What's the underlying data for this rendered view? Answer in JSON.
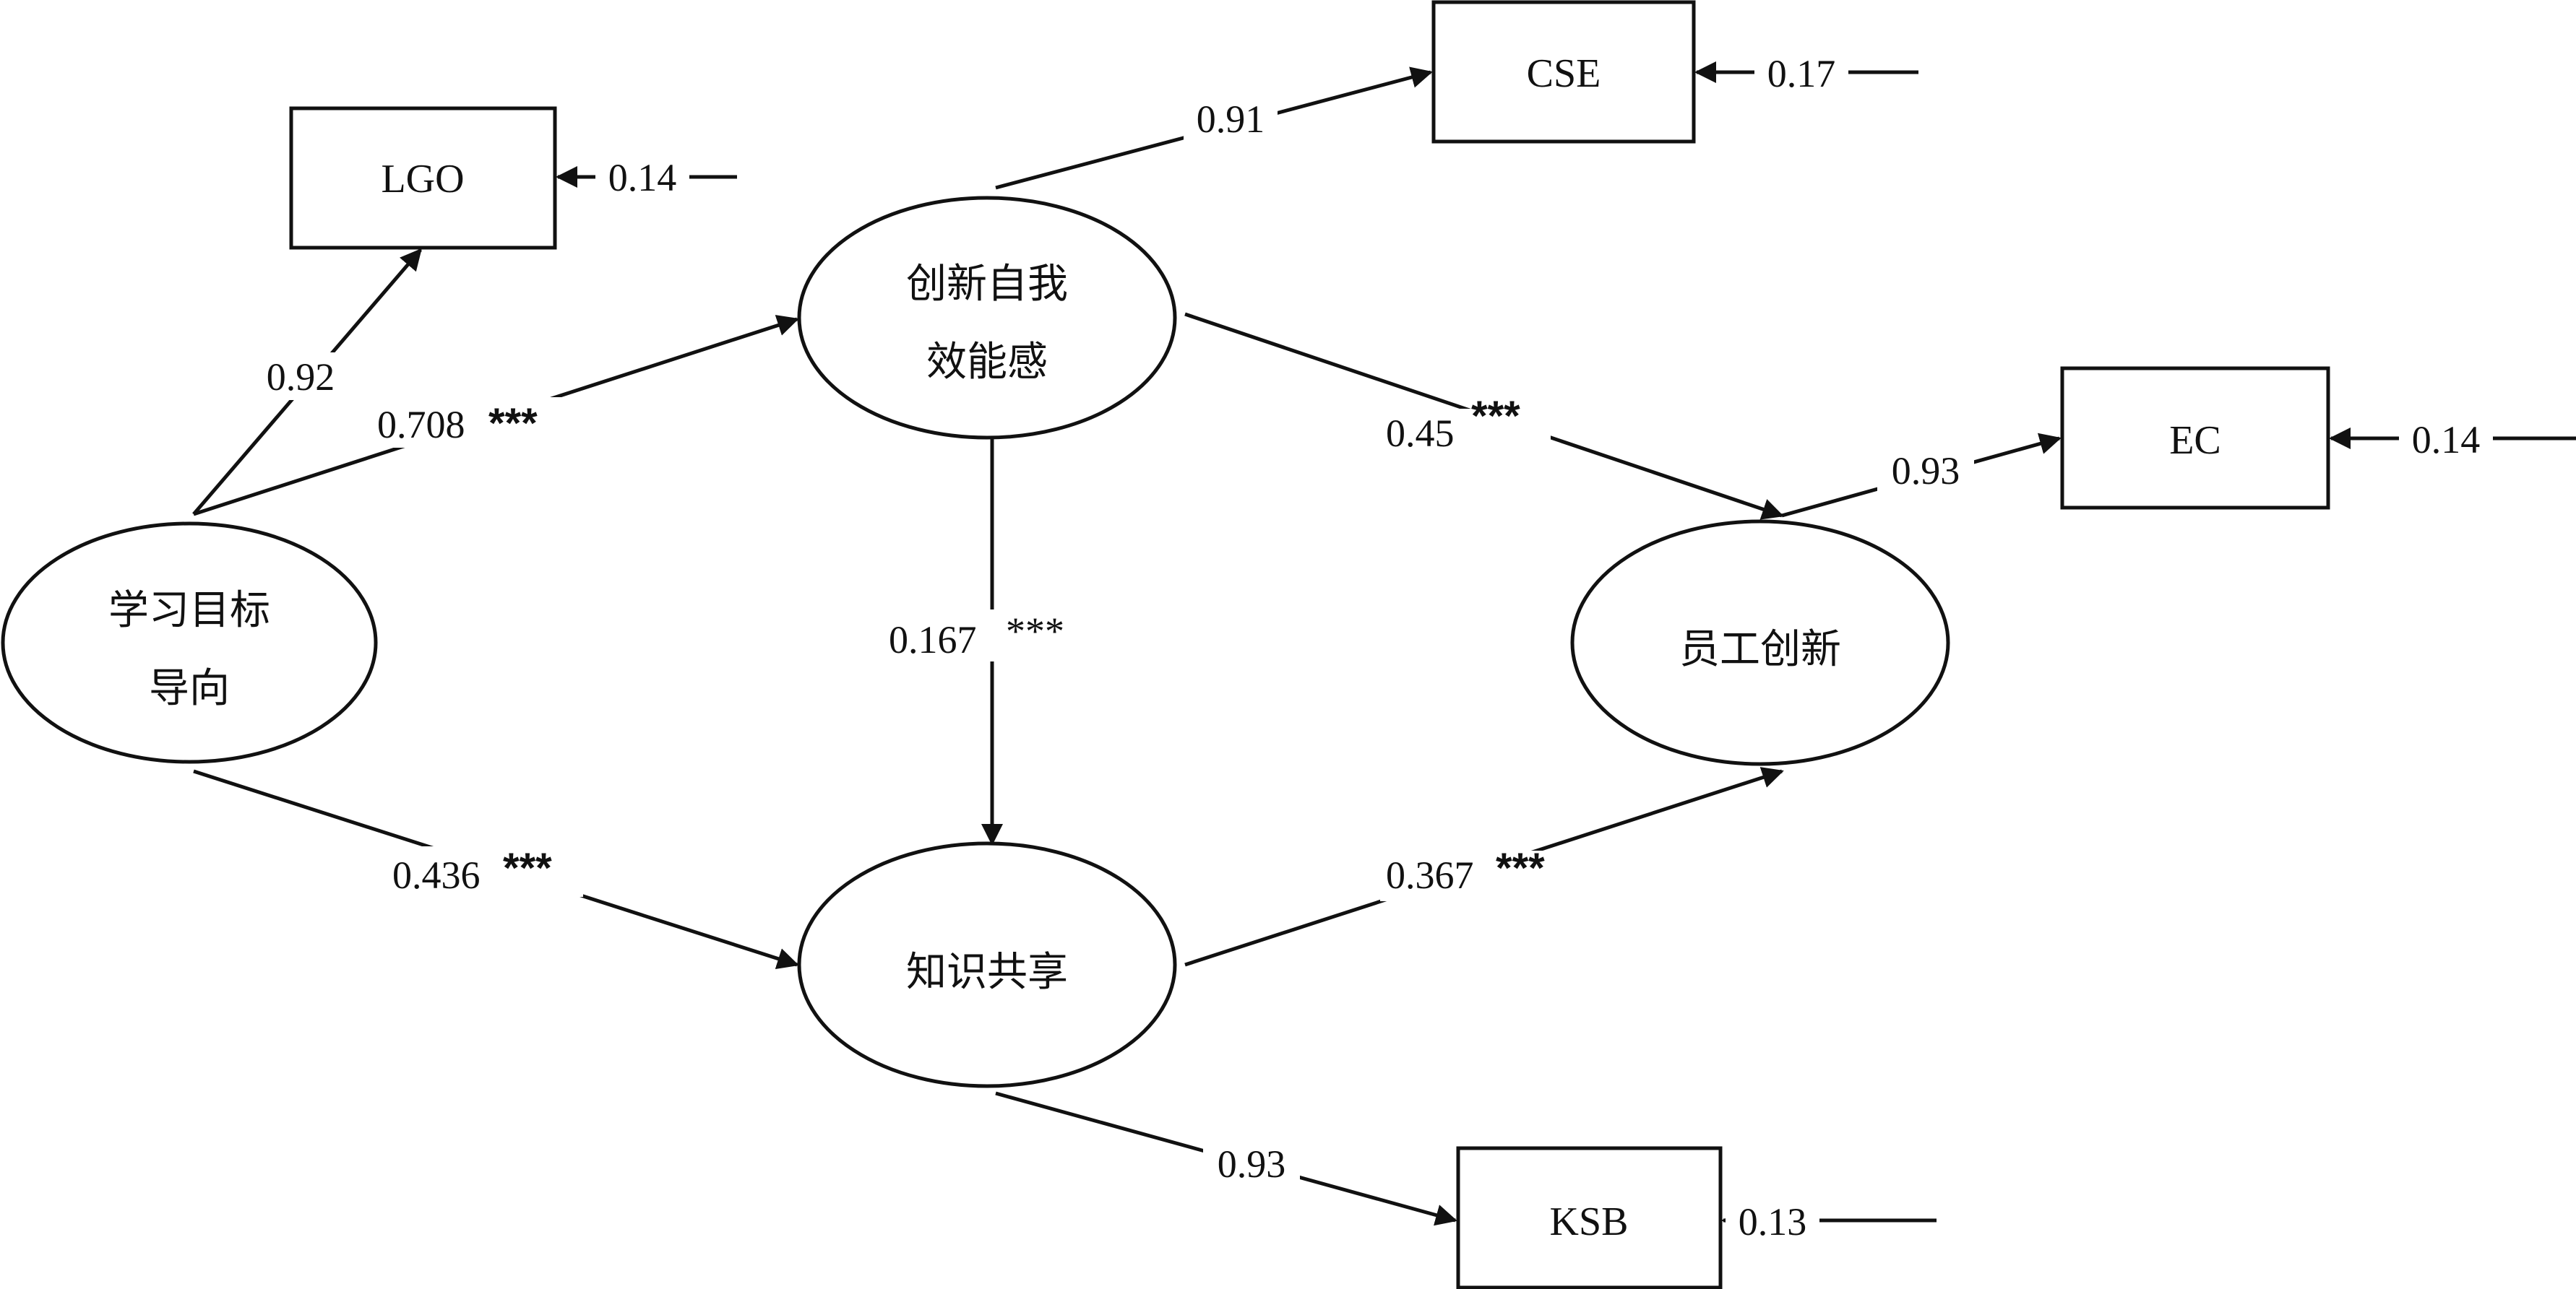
{
  "diagram": {
    "latent_nodes": {
      "lgo_latent": {
        "lines": [
          "学习目标",
          "导向"
        ]
      },
      "cse_latent": {
        "lines": [
          "创新自我",
          "效能感"
        ]
      },
      "ks_latent": {
        "lines": [
          "知识共享"
        ]
      },
      "ei_latent": {
        "lines": [
          "员工创新"
        ]
      }
    },
    "indicator_nodes": {
      "lgo": {
        "label": "LGO",
        "error": "0.14"
      },
      "cse": {
        "label": "CSE",
        "error": "0.17"
      },
      "ec": {
        "label": "EC",
        "error": "0.14"
      },
      "ksb": {
        "label": "KSB",
        "error": "0.13"
      }
    },
    "loadings": {
      "lgo": "0.92",
      "cse": "0.91",
      "ec": "0.93",
      "ksb": "0.93"
    },
    "paths": {
      "lgo_to_cse": {
        "value": "0.708",
        "sig": "***"
      },
      "lgo_to_ks": {
        "value": "0.436",
        "sig": "***"
      },
      "cse_to_ks": {
        "value": "0.167",
        "sig": "***"
      },
      "cse_to_ei": {
        "value": "0.45",
        "sig": "***"
      },
      "ks_to_ei": {
        "value": "0.367",
        "sig": "***"
      }
    },
    "colors": {
      "stroke": "#111111",
      "background": "#ffffff"
    }
  }
}
